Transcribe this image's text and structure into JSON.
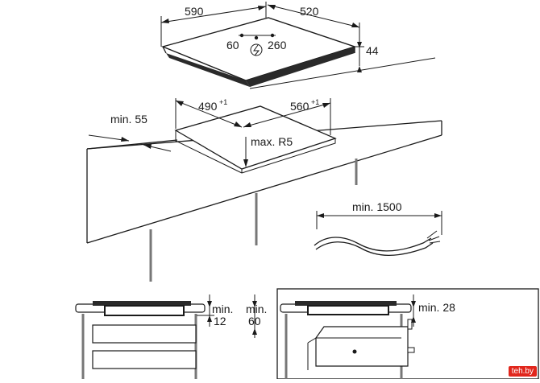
{
  "hob": {
    "width": "590",
    "depth": "520",
    "height": "44",
    "conn_x": "60",
    "conn_y": "260"
  },
  "cutout": {
    "width": "490",
    "width_tol": "+1",
    "depth": "560",
    "depth_tol": "+1",
    "radius": "max. R5",
    "edge": "min. 55"
  },
  "cable": {
    "length": "min. 1500"
  },
  "install_left": {
    "gap_label": "min.",
    "gap": "12",
    "clear_label": "min.",
    "clear": "60"
  },
  "install_right": {
    "gap": "min. 28"
  },
  "watermark": "teh.by"
}
